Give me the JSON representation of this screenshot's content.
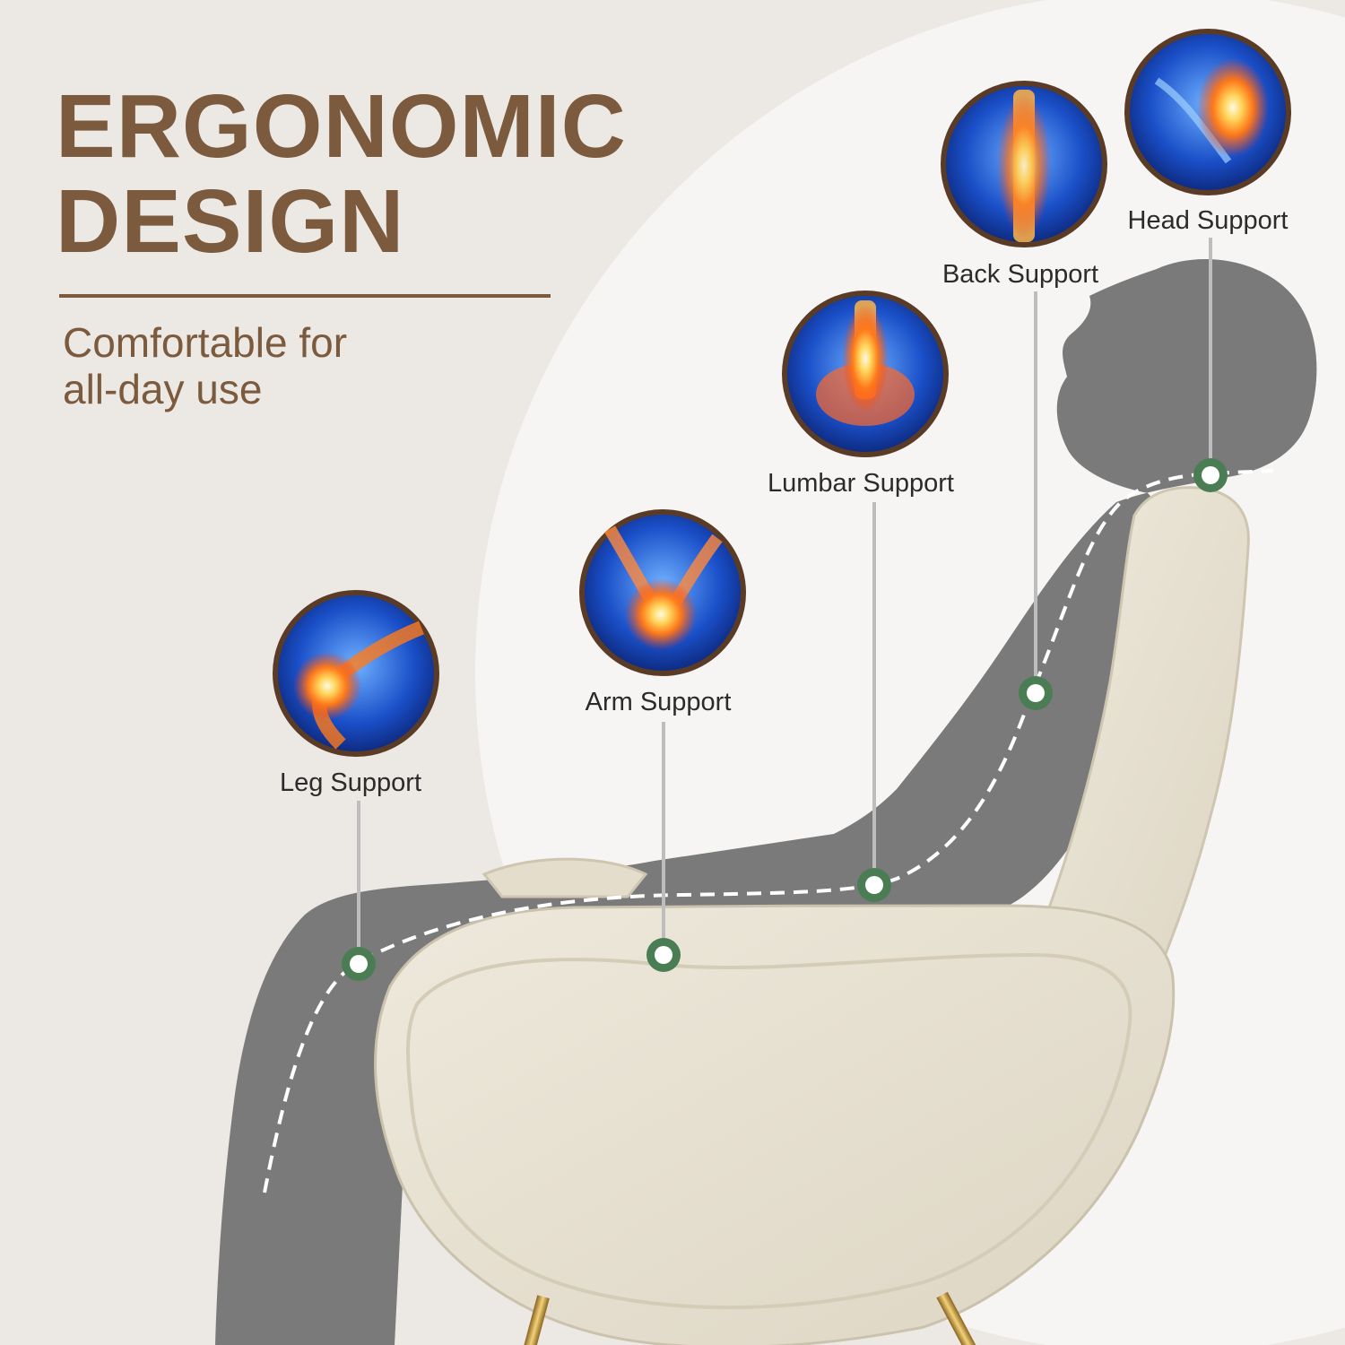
{
  "headline": {
    "line1": "ERGONOMIC",
    "line2": "DESIGN"
  },
  "subheadline": {
    "line1": "Comfortable for",
    "line2": "all-day use"
  },
  "support_points": [
    {
      "label": "Head Support",
      "icon": "neck-xray-icon"
    },
    {
      "label": "Back Support",
      "icon": "spine-xray-icon"
    },
    {
      "label": "Lumbar Support",
      "icon": "lumbar-xray-icon"
    },
    {
      "label": "Arm Support",
      "icon": "elbow-xray-icon"
    },
    {
      "label": "Leg Support",
      "icon": "knee-xray-icon"
    }
  ],
  "colors": {
    "title": "#7b5a3e",
    "background": "#ece8e3",
    "silhouette": "#7a7a7a",
    "chair_fabric": "#e8e2d3",
    "marker_ring": "#4b7d55",
    "chair_legs": "#c99a3a"
  }
}
